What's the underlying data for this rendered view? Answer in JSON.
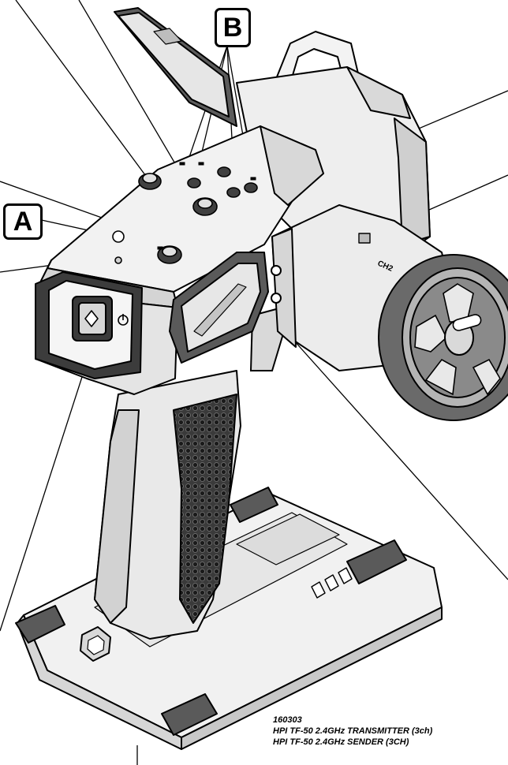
{
  "callouts": {
    "a": "A",
    "b": "B"
  },
  "markings": {
    "channel_2": "CH2"
  },
  "caption": {
    "code": "160303",
    "line_en": "HPI TF-50 2.4GHz TRANSMITTER (3ch)",
    "line_de": "HPI TF-50 2.4GHz SENDER (3CH)"
  },
  "icons": [
    "power-icon",
    "button-glyph-icon"
  ]
}
